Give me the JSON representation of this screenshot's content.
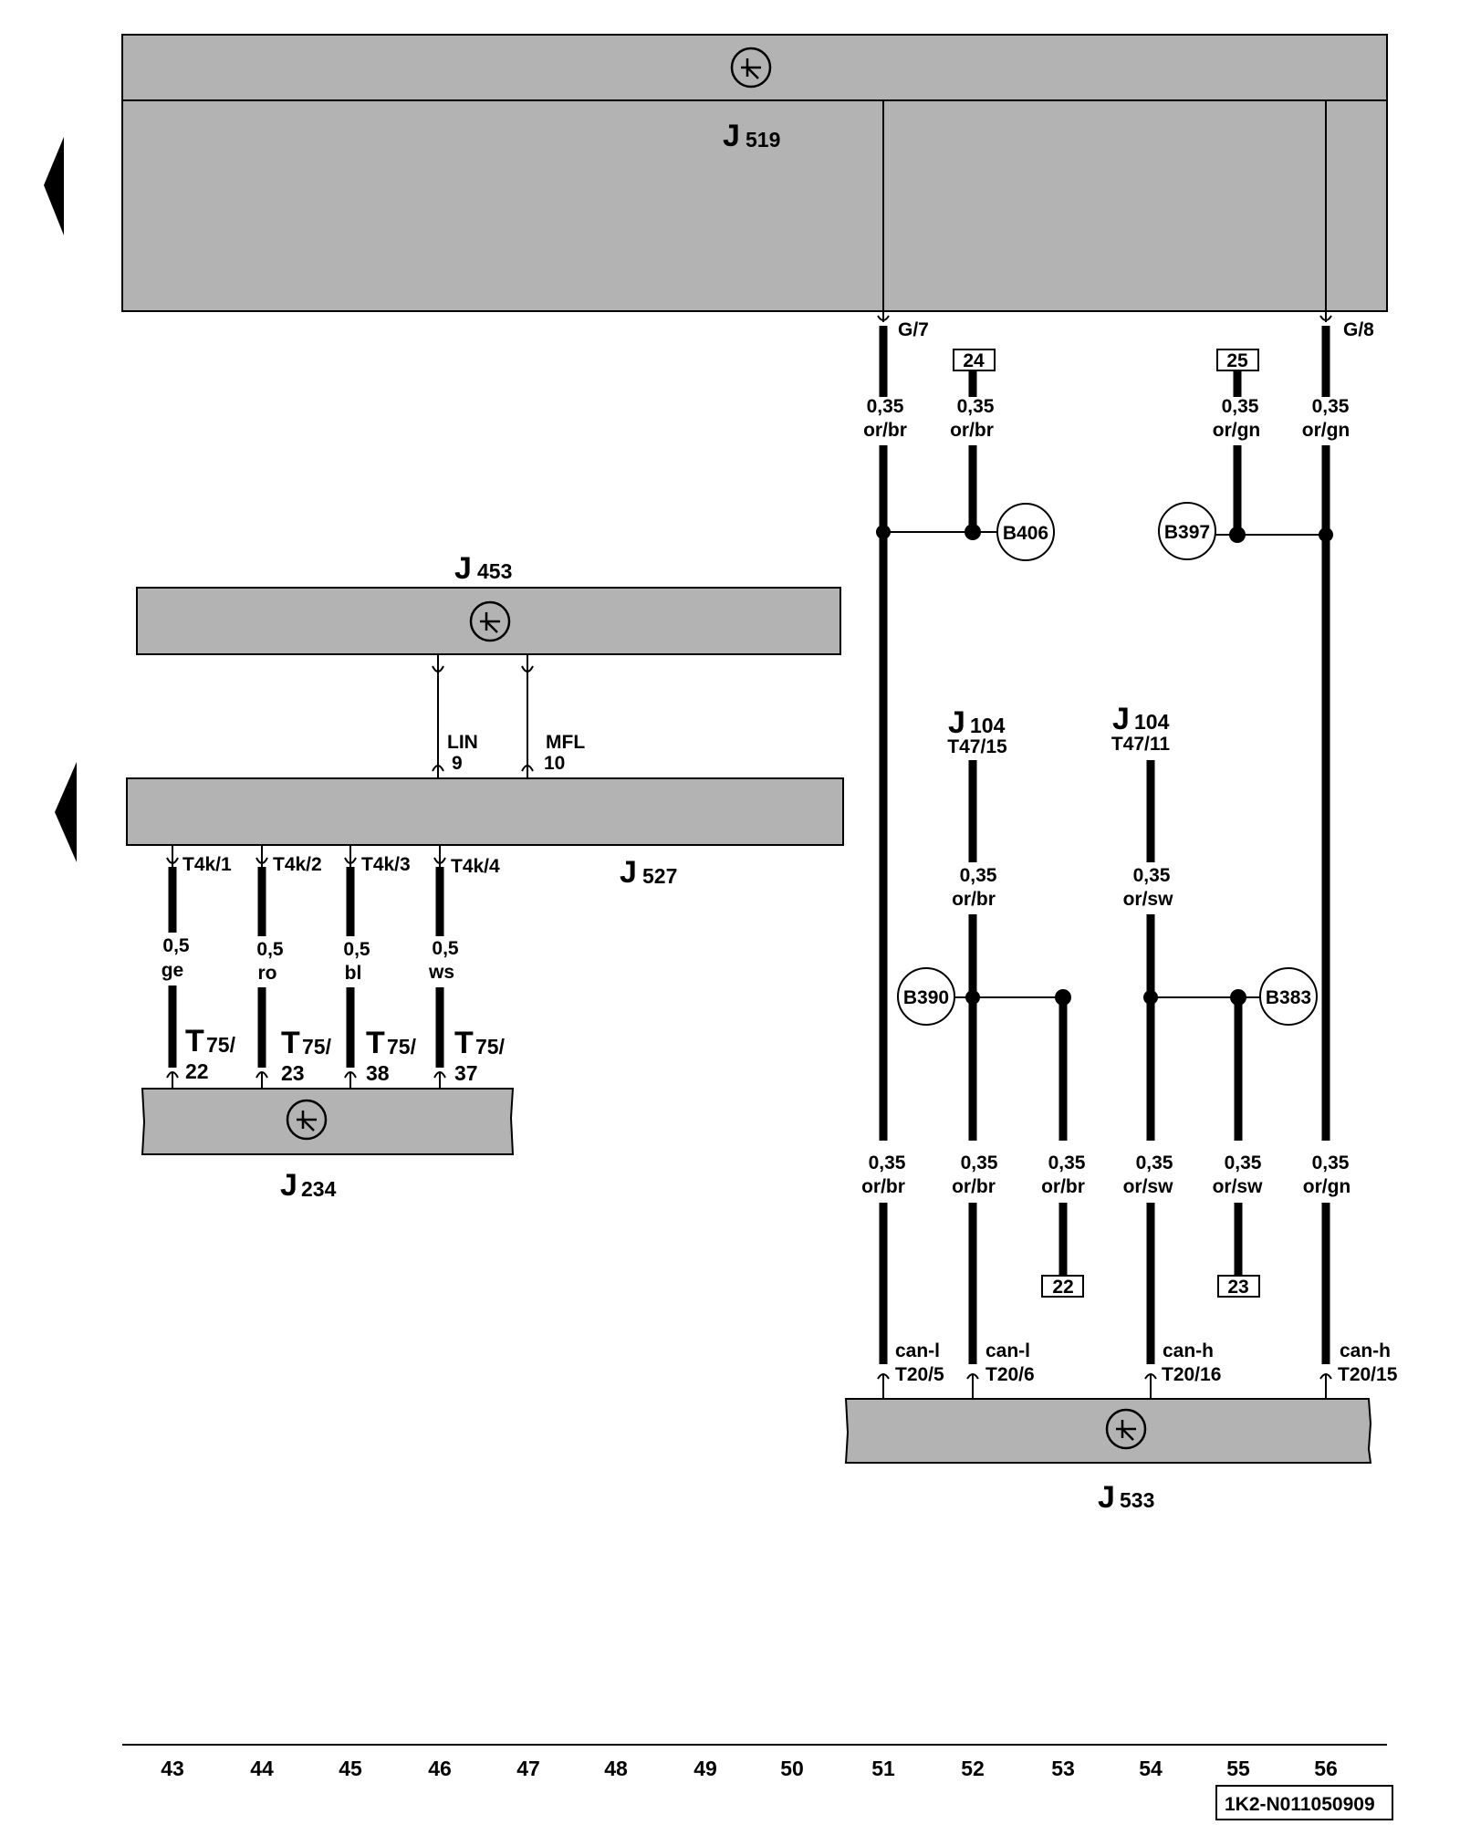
{
  "components": {
    "j519": {
      "main": "J",
      "sub": "519"
    },
    "j453": {
      "main": "J",
      "sub": "453"
    },
    "j527": {
      "main": "J",
      "sub": "527"
    },
    "j234": {
      "main": "J",
      "sub": "234"
    },
    "j533": {
      "main": "J",
      "sub": "533"
    },
    "j104a": {
      "main": "J",
      "sub": "104",
      "pin": "T47/15"
    },
    "j104b": {
      "main": "J",
      "sub": "104",
      "pin": "T47/11"
    }
  },
  "pins": {
    "g7": "G/7",
    "g8": "G/8",
    "lin": "LIN",
    "lin_num": "9",
    "mfl": "MFL",
    "mfl_num": "10",
    "t4k1": "T4k/1",
    "t4k2": "T4k/2",
    "t4k3": "T4k/3",
    "t4k4": "T4k/4",
    "t75_main": "T",
    "t75_sub": "75/",
    "t75_22": "22",
    "t75_23": "23",
    "t75_38": "38",
    "t75_37": "37",
    "canl_a": "can-l",
    "canl_a_pin": "T20/5",
    "canl_b": "can-l",
    "canl_b_pin": "T20/6",
    "canh_a": "can-h",
    "canh_a_pin": "T20/16",
    "canh_b": "can-h",
    "canh_b_pin": "T20/15"
  },
  "wires": {
    "w51_top": [
      "0,35",
      "or/br"
    ],
    "w52_top": [
      "0,35",
      "or/br"
    ],
    "w55_top": [
      "0,35",
      "or/gn"
    ],
    "w56_top": [
      "0,35",
      "or/gn"
    ],
    "w52_mid": [
      "0,35",
      "or/br"
    ],
    "w54_mid": [
      "0,35",
      "or/sw"
    ],
    "w51_bot": [
      "0,35",
      "or/br"
    ],
    "w52_bot": [
      "0,35",
      "or/br"
    ],
    "w53_bot": [
      "0,35",
      "or/br"
    ],
    "w54_bot": [
      "0,35",
      "or/sw"
    ],
    "w55_bot": [
      "0,35",
      "or/sw"
    ],
    "w56_bot": [
      "0,35",
      "or/gn"
    ],
    "w43": [
      "0,5",
      "ge"
    ],
    "w44": [
      "0,5",
      "ro"
    ],
    "w45": [
      "0,5",
      "bl"
    ],
    "w46": [
      "0,5",
      "ws"
    ]
  },
  "splices": {
    "b406": "B406",
    "b397": "B397",
    "b390": "B390",
    "b383": "B383"
  },
  "refs": {
    "r24": "24",
    "r25": "25",
    "r22": "22",
    "r23": "23"
  },
  "columns": [
    "43",
    "44",
    "45",
    "46",
    "47",
    "48",
    "49",
    "50",
    "51",
    "52",
    "53",
    "54",
    "55",
    "56"
  ],
  "doc_id": "1K2-N011050909"
}
